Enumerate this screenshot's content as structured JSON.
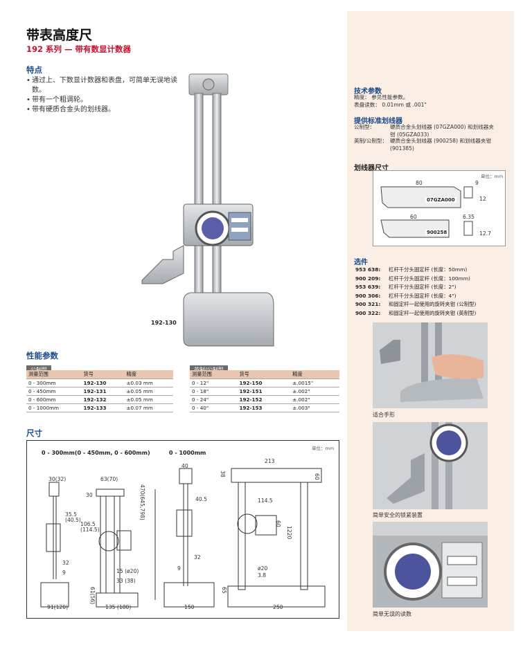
{
  "header": {
    "title": "带表高度尺",
    "subtitle": "192 系列 — 带有数显计数器"
  },
  "features": {
    "heading": "特点",
    "items": [
      "通过上、下数显计数器和表盘，可简单无误地读数。",
      "带有一个粗调轮。",
      "带有硬质合金头的划线器。"
    ]
  },
  "product_label": "192-130",
  "specs": {
    "heading": "性能参数",
    "metric": {
      "tag": "公制型",
      "headers": [
        "测量范围",
        "货号",
        "精度"
      ],
      "rows": [
        [
          "0 - 300mm",
          "192-130",
          "±0.03 mm"
        ],
        [
          "0 - 450mm",
          "192-131",
          "±0.05 mm"
        ],
        [
          "0 - 600mm",
          "192-132",
          "±0.05 mm"
        ],
        [
          "0 - 1000mm",
          "192-133",
          "±0.07 mm"
        ]
      ]
    },
    "imperial": {
      "tag": "英制/公制型",
      "headers": [
        "测量范围",
        "货号",
        "精度"
      ],
      "rows": [
        [
          "0 - 12\"",
          "192-150",
          "±.0015\""
        ],
        [
          "0 - 18\"",
          "192-151",
          "±.002\""
        ],
        [
          "0 - 24\"",
          "192-152",
          "±.002\""
        ],
        [
          "0 - 40\"",
          "192-153",
          "±.003\""
        ]
      ]
    }
  },
  "dimensions": {
    "heading": "尺寸",
    "unit": "单位：mm",
    "left_title": "0 - 300mm(0 - 450mm, 0 - 600mm)",
    "right_title": "0 - 1000mm",
    "labels": {
      "l1": "30(32)",
      "l2": "63(70)",
      "l3": "30",
      "l4": "35.5",
      "l5": "(40.5)",
      "l6": "106.5",
      "l7": "(114.5)",
      "l8": "470(645,798)",
      "l9": "32",
      "l10": "9",
      "l11": "15 (ø20)",
      "l12": "33 (38)",
      "l13": "61(56)",
      "l14": "91(120)",
      "l15": "135 (180)",
      "r1": "40",
      "r2": "38",
      "r3": "40.5",
      "r4": "114.5",
      "r5": "60",
      "r6": "1220",
      "r7": "213",
      "r8": "60",
      "r9": "32",
      "r10": "9",
      "r11": "ø20",
      "r12": "3.8",
      "r13": "65",
      "r14": "150",
      "r15": "250"
    }
  },
  "right": {
    "tech": {
      "heading": "技术参数",
      "lines": [
        "精度：    参见性能参数。",
        "表盘读数：  0.01mm 或 .001\""
      ]
    },
    "scriber": {
      "heading": "提供标准划线器",
      "lines": [
        [
          "公制型：",
          "硬质合金头划线器 (07GZA000) 和划线器夹钳 (05GZA033)"
        ],
        [
          "英制/公制型：",
          "硬质合金头划线器 (900258) 和划线器夹钳 (901385)"
        ]
      ]
    },
    "scriber_dims": {
      "heading": "划线器尺寸",
      "unit": "单位：mm",
      "s1_len": "80",
      "s1_code": "07GZA000",
      "s1_w": "9",
      "s1_h": "12",
      "s2_len": "60",
      "s2_code": "900258",
      "s2_w": "6.35",
      "s2_h": "12.7"
    },
    "options": {
      "heading": "选件",
      "rows": [
        [
          "953 638:",
          "杠杆千分头固定杆 (长度：50mm)"
        ],
        [
          "900 209:",
          "杠杆千分头固定杆 (长度：100mm)"
        ],
        [
          "953 639:",
          "杠杆千分头固定杆 (长度：2\")"
        ],
        [
          "900 306:",
          "杠杆千分头固定杆 (长度：4\")"
        ],
        [
          "900 321:",
          "和固定杆一起使用的旋转夹钳 (公制型)"
        ],
        [
          "900 322:",
          "和固定杆一起使用的旋转夹钳 (英制型)"
        ]
      ]
    },
    "photos": [
      "适合手形",
      "简单安全的锁紧装置",
      "简单无误的读数"
    ]
  },
  "colors": {
    "accent_red": "#c8102e",
    "heading_blue": "#1a4a8a",
    "panel_bg": "#fbeee4",
    "table_head": "#e8c6b0"
  }
}
